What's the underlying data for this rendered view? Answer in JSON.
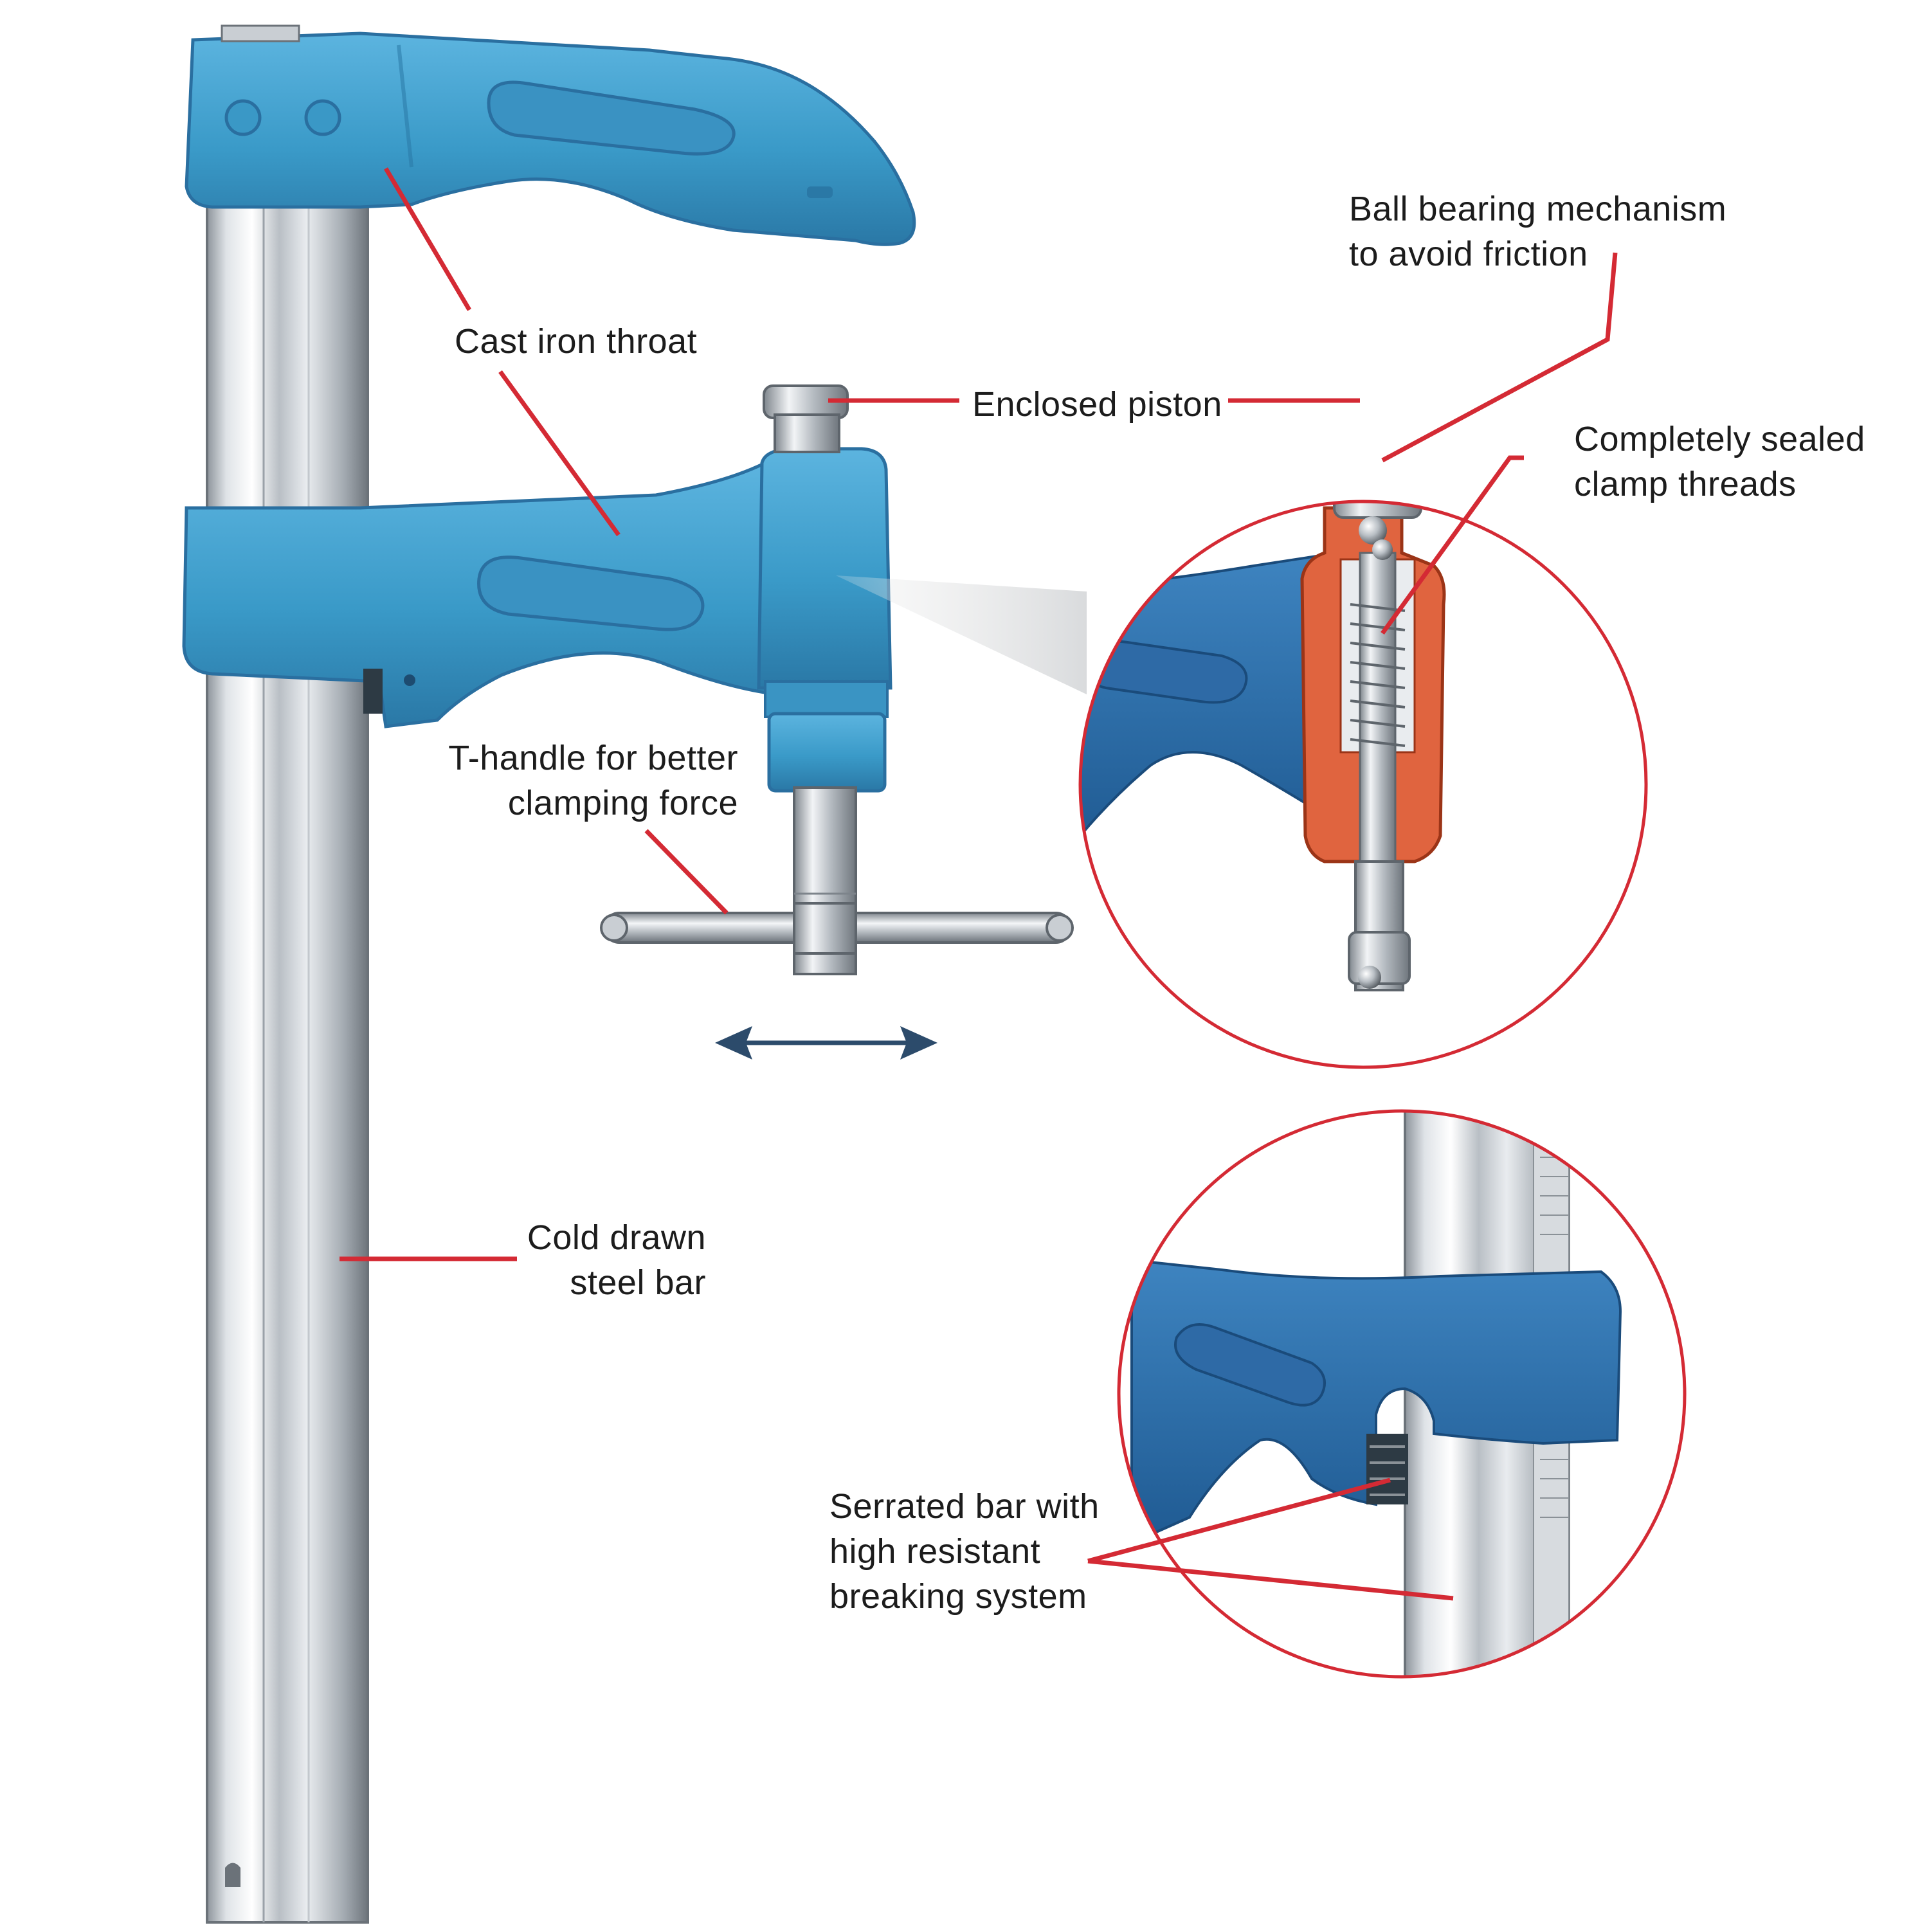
{
  "labels": {
    "cast_iron_throat": "Cast iron throat",
    "enclosed_piston": "Enclosed piston",
    "ball_bearing": "Ball bearing mechanism\nto avoid friction",
    "sealed_threads": "Completely sealed\nclamp threads",
    "t_handle": "T-handle for better\nclamping force",
    "cold_drawn_bar": "Cold drawn\nsteel bar",
    "serrated_bar": "Serrated bar with\nhigh resistant\nbreaking system"
  },
  "colors": {
    "clamp_blue": "#3a9ac8",
    "clamp_blue_dark": "#2a6fa0",
    "steel": "#c9ced3",
    "leader_red": "#d42a34",
    "section_orange": "#e0643f",
    "arrow_navy": "#2c4b6b"
  },
  "icons": {
    "double_arrow": "double-arrow-icon"
  }
}
